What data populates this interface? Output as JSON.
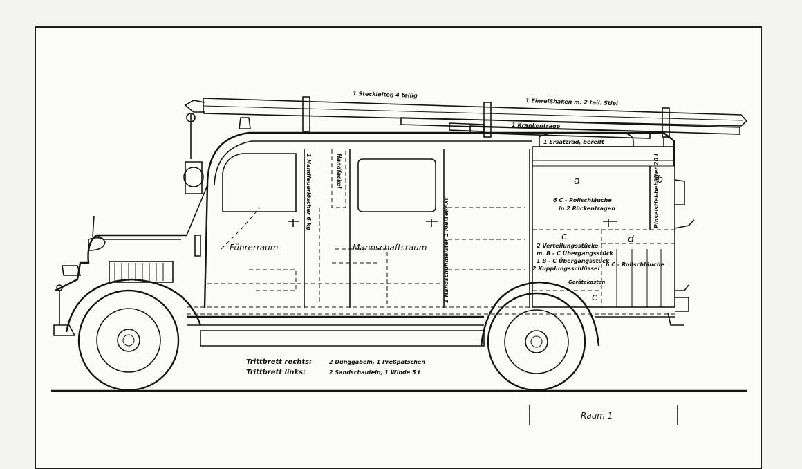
{
  "labels": {
    "ladder": "1 Steckleiter, 4 teilig",
    "hook": "1 Einreißhaken m. 2 teil. Stiel",
    "stretcher": "1 Krankentrage",
    "spare_wheel": "1 Ersatzrad, bereift",
    "fire_extinguisher": "1 Handfeuerlöscher 6 kg",
    "hose_small": "Handfackel",
    "cab": "Führerraum",
    "crew": "Mannschaftsraum",
    "gloves": "1 Handschuhmeister 1 Meißel/Axt",
    "a_letter": "a",
    "a_text_1": "6 C - Rollschläuche",
    "a_text_2": "in 2 Rückentragen",
    "b_letter": "b",
    "b_text": "Pinselstiel-behälter 20 l",
    "c_letter": "c",
    "c_line1": "2 Verteilungsstücke",
    "c_line2": "m. B - C Übergangsstück",
    "c_line3": "1 B - C Übergangsstück",
    "c_line4": "2 Kupplungsschlüssel",
    "d_letter": "d",
    "d_text": "6 C - Rollschläuche",
    "e_letter": "e",
    "tool_box": "Gerätekasten",
    "step_right_label": "Trittbrett rechts:",
    "step_right_items": "2 Dunggabeln, 1 Preßpatschen",
    "step_left_label": "Trittbrett links:",
    "step_left_items": "2 Sandschaufeln, 1 Winde 5 t",
    "space": "Raum 1"
  },
  "colors": {
    "ink": "#141414",
    "paper": "#fbfbfa",
    "page": "#f3f3f1"
  }
}
